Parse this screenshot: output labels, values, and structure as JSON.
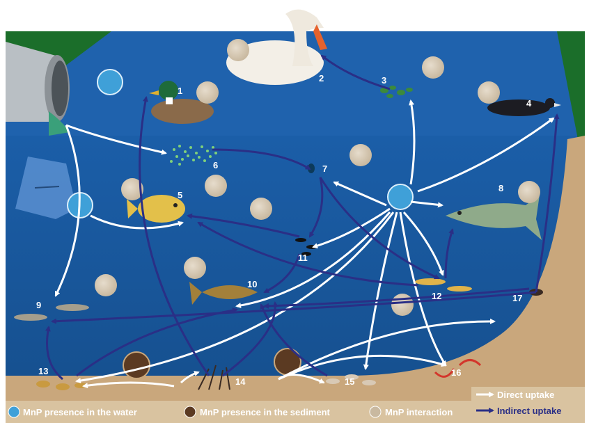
{
  "organisms": [
    {
      "number": "1",
      "name": "mallard-duck"
    },
    {
      "number": "2",
      "name": "swan"
    },
    {
      "number": "3",
      "name": "duckweed"
    },
    {
      "number": "4",
      "name": "coot"
    },
    {
      "number": "5",
      "name": "sunfish"
    },
    {
      "number": "6",
      "name": "algae"
    },
    {
      "number": "7",
      "name": "daphnia"
    },
    {
      "number": "8",
      "name": "pike"
    },
    {
      "number": "9",
      "name": "small-fish"
    },
    {
      "number": "10",
      "name": "trout"
    },
    {
      "number": "11",
      "name": "insect-larvae"
    },
    {
      "number": "12",
      "name": "minnows"
    },
    {
      "number": "13",
      "name": "mussels"
    },
    {
      "number": "14",
      "name": "macrophyte-debris"
    },
    {
      "number": "15",
      "name": "shrimp"
    },
    {
      "number": "16",
      "name": "worms"
    },
    {
      "number": "17",
      "name": "sediment-dweller"
    }
  ],
  "legend": {
    "water": "MnP presence in the water",
    "sediment": "MnP presence in the sediment",
    "interaction": "MnP interaction",
    "direct": "Direct uptake",
    "indirect": "Indirect uptake"
  },
  "colors": {
    "sky": "#ffffff",
    "water_surface": "#1d5fa8",
    "water_deep": "#144a8c",
    "sediment": "#c9a77c",
    "grass": "#1b6e2a",
    "direct_arrow": "#ffffff",
    "indirect_arrow": "#2a2f86"
  }
}
